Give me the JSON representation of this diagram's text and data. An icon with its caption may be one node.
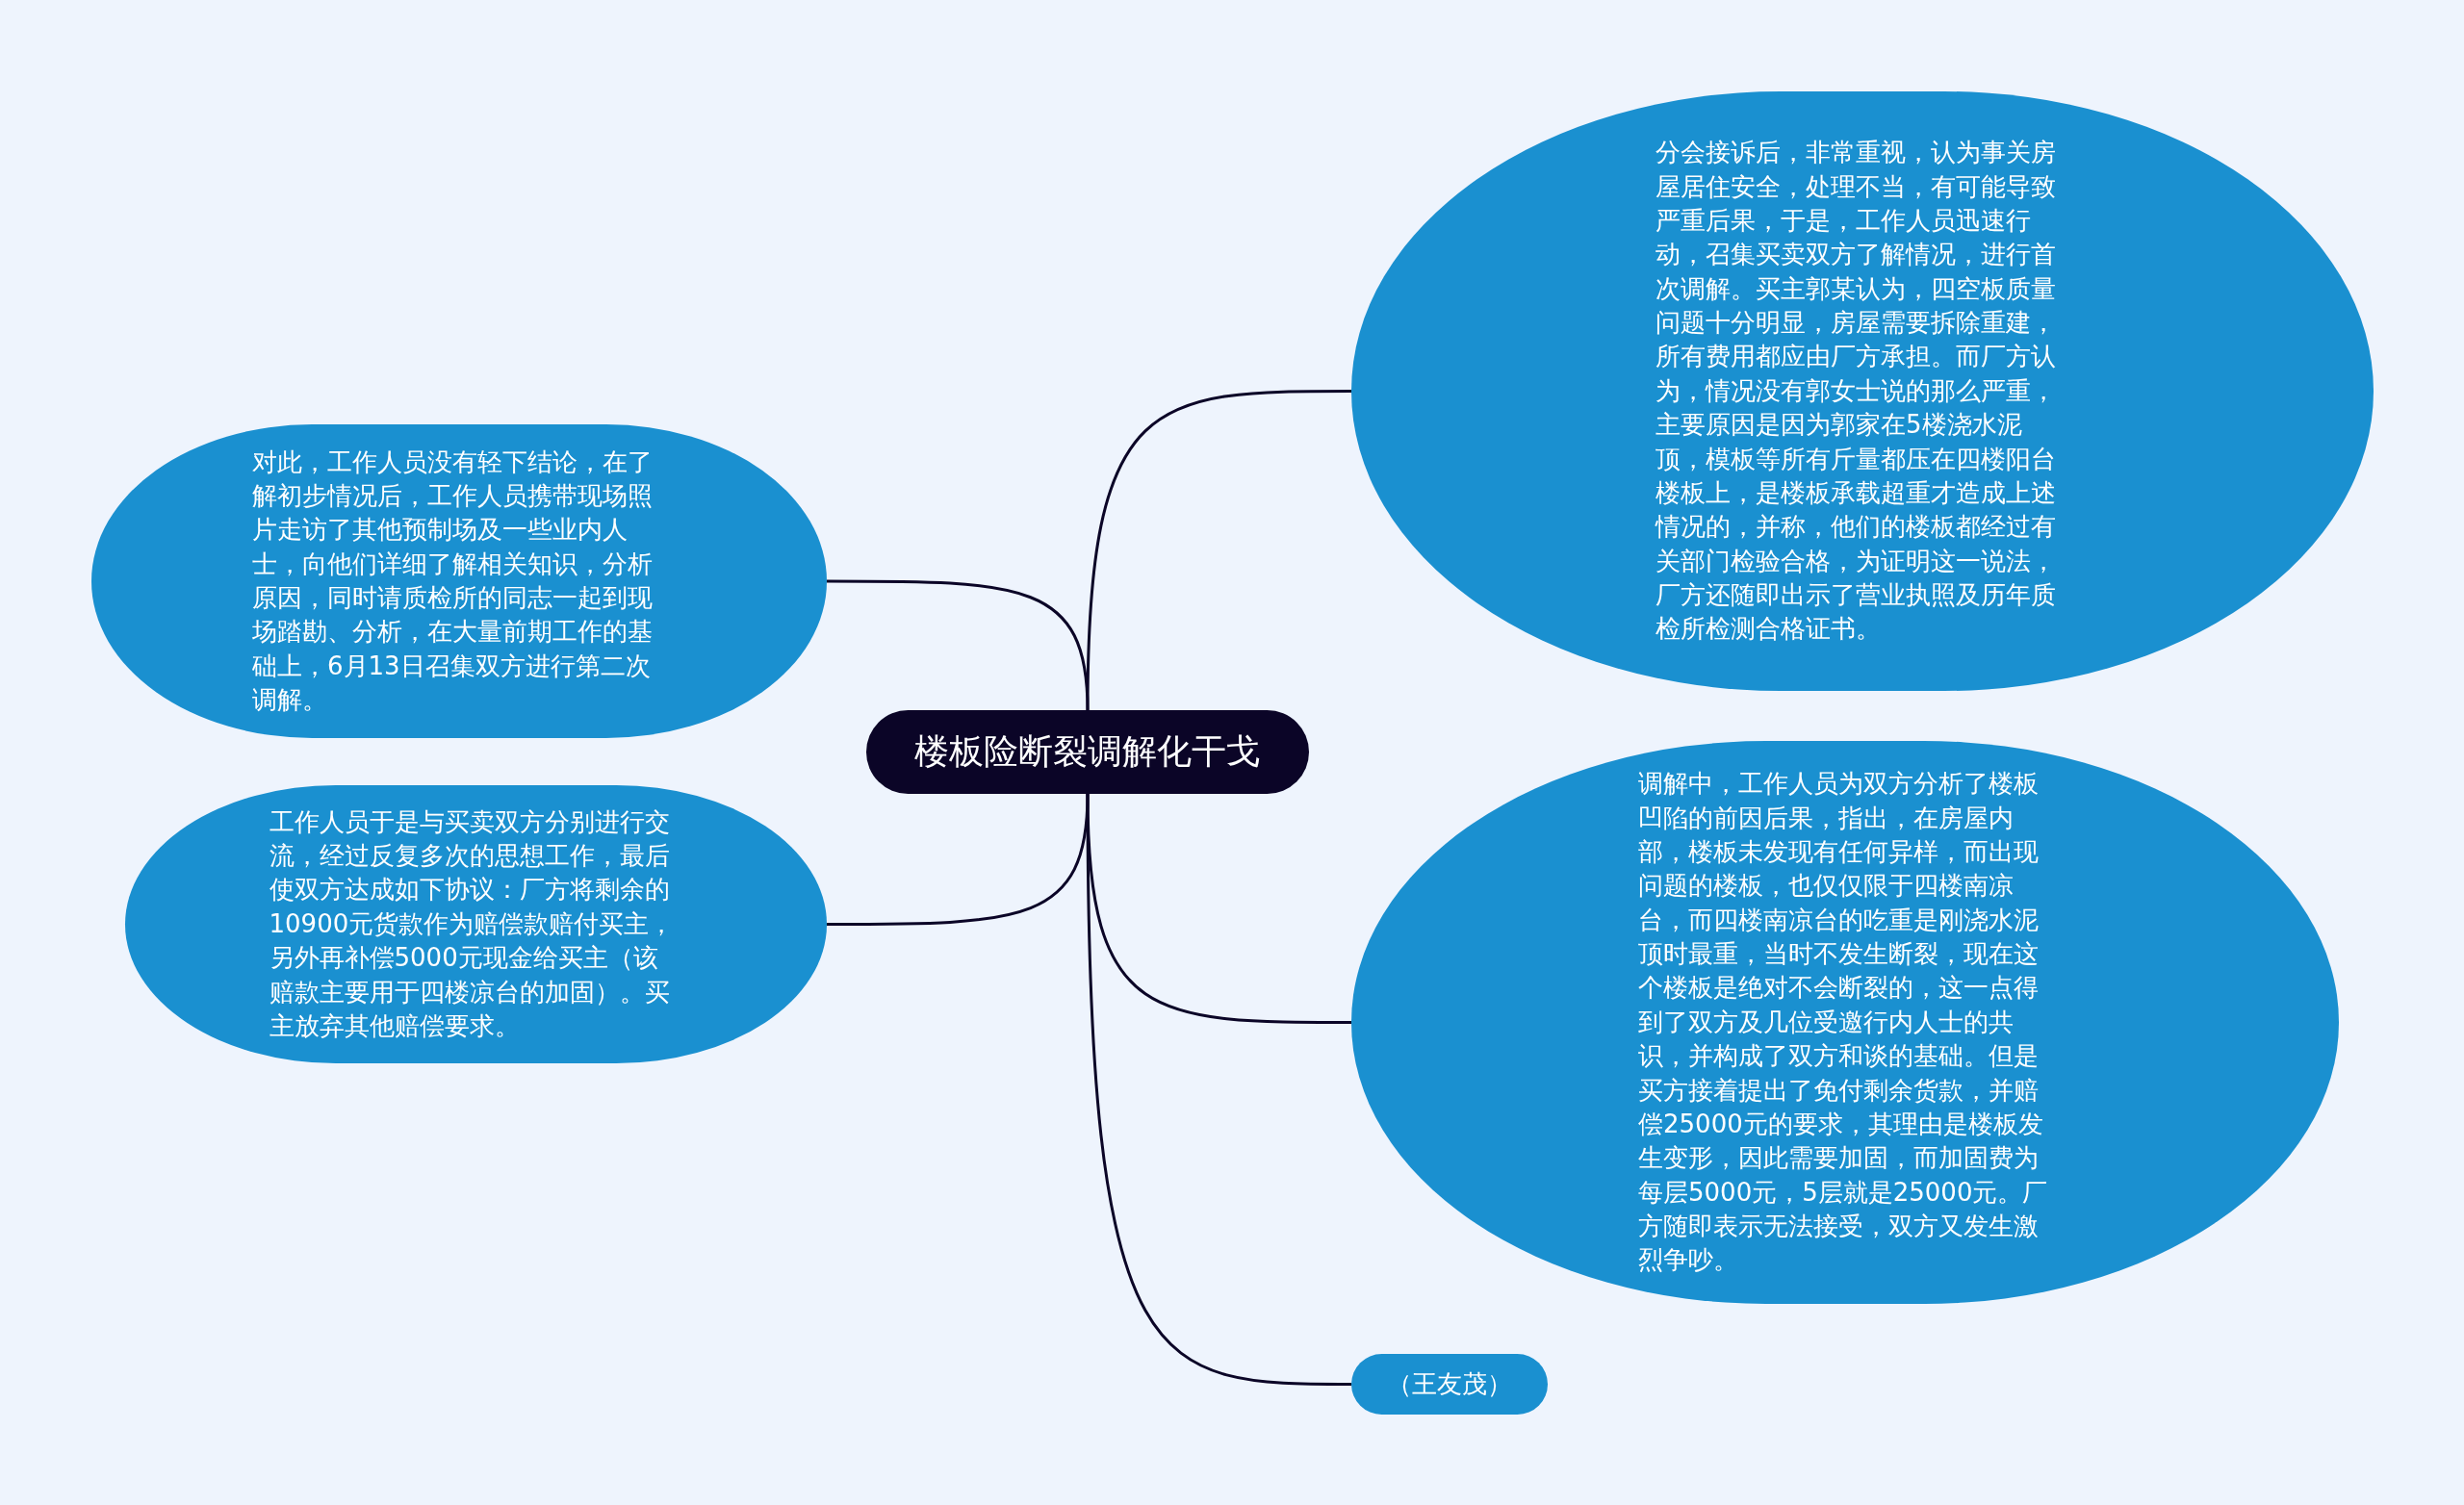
{
  "diagram": {
    "nodes": [
      {
        "text": [
          "楼板险断裂调解化干戈"
        ]
      },
      {
        "text": [
          "分会接诉后，非常重视，认为事关房屋居住安全，处理不当，有可能导致严重后果，于是，工作人员迅速行动，召集买卖双方了解情况，进行首次调解。买主郭某认为，四空板质量问题十分明显，房屋需要拆除重建，所有费用都应由厂方承担。而厂方认为，情况没有郭女士说的那么严重，主要原因是因为郭家在5楼浇水泥顶，模板等所有斤量都压在四楼阳台楼板上，是楼板承载超重才造成上述情况的，并称，他们的楼板都经过有关部门检验合格，为证明这一说法，厂方还随即出示了营业执照及历年质检所检测合格证书。"
        ]
      },
      {
        "text": [
          "调解中，工作人员为双方分析了楼板凹陷的前因后果，指出，在房屋内部，楼板未发现有任何异样，而出现问题的楼板，也仅仅限于四楼南凉台，而四楼南凉台的吃重是刚浇水泥顶时最重，当时不发生断裂，现在这个楼板是绝对不会断裂的，这一点得到了双方及几位受邀行内人士的共识，并构成了双方和谈的基础。但是买方接着提出了免付剩余货款，并赔偿25000元的要求，其理由是楼板发生变形，因此需要加固，而加固费为每层5000元，5层就是25000元。厂方随即表示无法接受，双方又发生激烈争吵。"
        ]
      },
      {
        "text": [
          "（王友茂）"
        ]
      },
      {
        "text": [
          "对此，工作人员没有轻下结论，在了解初步情况后，工作人员携带现场照片走访了其他预制场及一些业内人士，向他们详细了解相关知识，分析原因，同时请质检所的同志一起到现场踏勘、分析，在大量前期工作的基础上，6月13日召集双方进行第二次调解。"
        ]
      },
      {
        "text": [
          "工作人员于是与买卖双方分别进行交流，经过反复多次的思想工作，最后使双方达成如下协议：厂方将剩余的10900元货款作为赔偿款赔付买主，另外再补偿5000元现金给买主（该赔款主要用于四楼凉台的加固）。买主放弃其他赔偿要求。"
        ]
      }
    ],
    "edges": [
      {
        "from": 0,
        "to": 1,
        "arrow": "none"
      },
      {
        "from": 0,
        "to": 2,
        "arrow": "none"
      },
      {
        "from": 0,
        "to": 3,
        "arrow": "none"
      },
      {
        "from": 0,
        "to": 4,
        "arrow": "none"
      },
      {
        "from": 0,
        "to": 5,
        "arrow": "none"
      }
    ]
  }
}
